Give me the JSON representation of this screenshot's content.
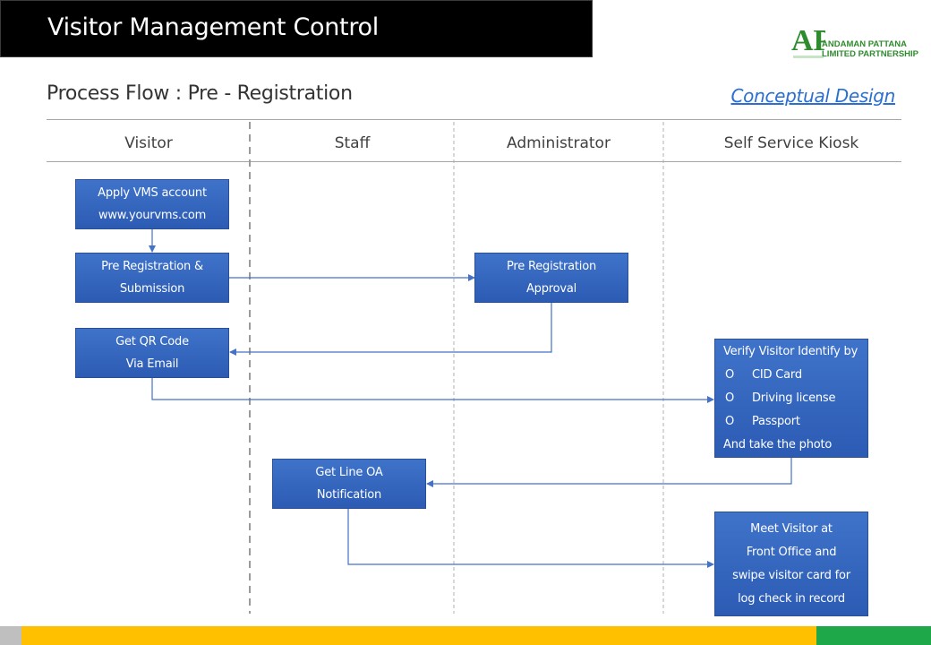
{
  "header": {
    "title": "Visitor Management Control",
    "logo": {
      "monogram": "AP",
      "line1": "ANDAMAN PATTANA",
      "line2": "LIMITED PARTNERSHIP"
    }
  },
  "subtitle": "Process Flow : Pre - Registration",
  "design_link": "Conceptual Design",
  "lanes": [
    "Visitor",
    "Staff",
    "Administrator",
    "Self Service Kiosk"
  ],
  "nodes": {
    "apply_account": [
      "Apply  VMS account",
      "www.yourvms.com"
    ],
    "pre_registration": [
      "Pre Registration &",
      "Submission"
    ],
    "approval": [
      "Pre Registration",
      "Approval"
    ],
    "get_qr": [
      "Get QR Code",
      "Via Email"
    ],
    "verify": {
      "heading": "Verify Visitor Identify by",
      "bullet": "O",
      "items": [
        "CID Card",
        "Driving license",
        "Passport"
      ],
      "footer": "And take the photo"
    },
    "line_oa": [
      "Get Line OA",
      "Notification"
    ],
    "meet_visitor": [
      "Meet Visitor at",
      "Front Office and",
      "swipe visitor card for",
      "log check in record"
    ]
  },
  "colors": {
    "node_fill": "#2f5fb8",
    "connector": "#4472c4",
    "footer_yellow": "#ffc000",
    "footer_green": "#1ea84a"
  }
}
